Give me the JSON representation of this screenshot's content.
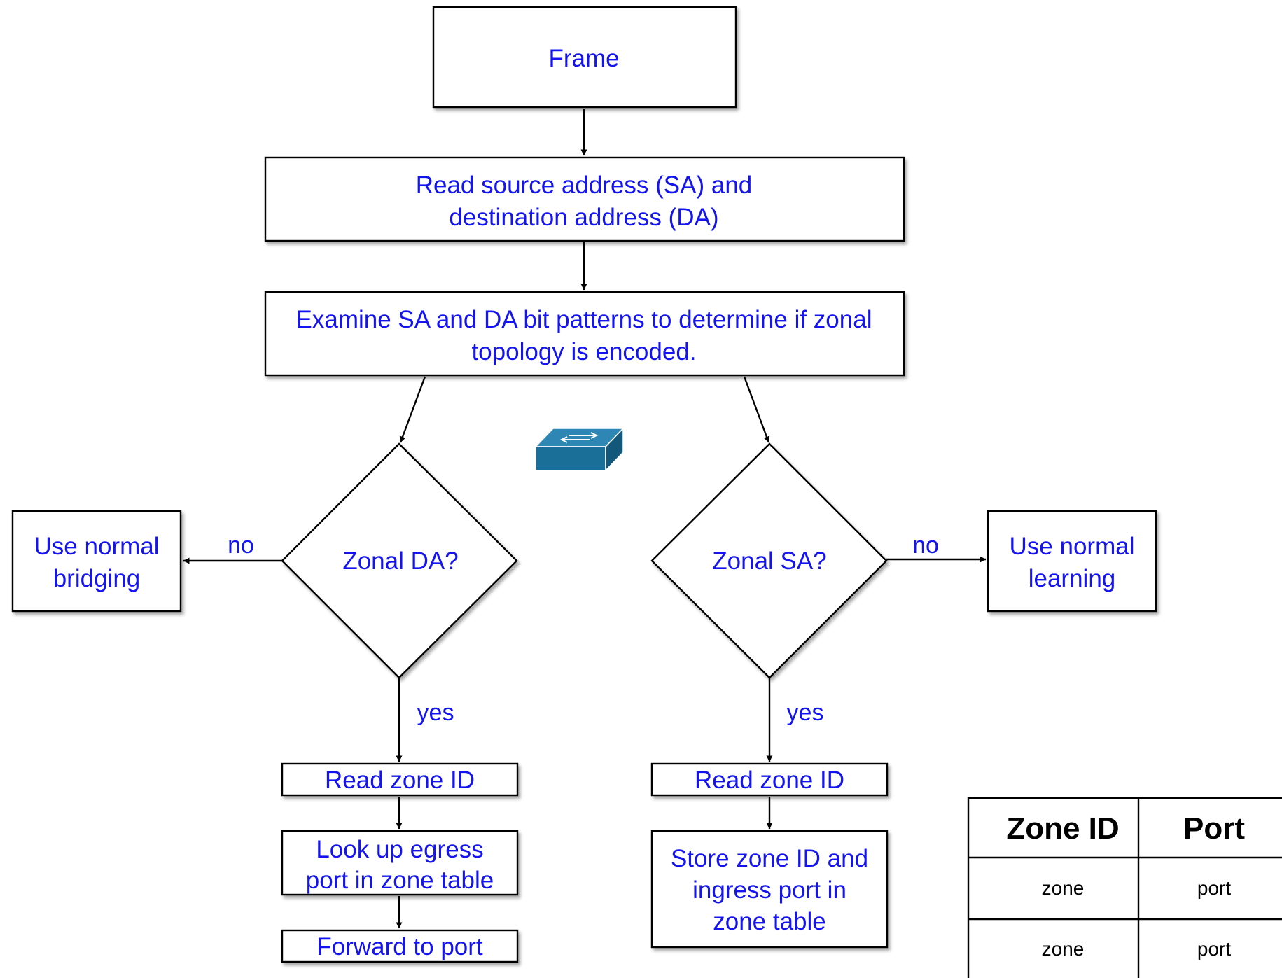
{
  "nodes": {
    "frame": "Frame",
    "read_sa_da": [
      "Read source address (SA) and",
      "destination address (DA)"
    ],
    "examine": [
      "Examine SA and DA bit patterns to determine if zonal",
      "topology is encoded."
    ],
    "zonal_da": "Zonal DA?",
    "zonal_sa": "Zonal SA?",
    "normal_bridging": [
      "Use normal",
      "bridging"
    ],
    "normal_learning": [
      "Use normal",
      "learning"
    ],
    "read_zone_left": "Read zone ID",
    "lookup_egress": [
      "Look up egress",
      "port in zone table"
    ],
    "forward": "Forward to port",
    "read_zone_right": "Read zone ID",
    "store_zone": [
      "Store zone ID and",
      "ingress port in",
      "zone table"
    ]
  },
  "edge_labels": {
    "da_no": "no",
    "da_yes": "yes",
    "sa_no": "no",
    "sa_yes": "yes"
  },
  "zone_table": {
    "headers": [
      "Zone ID",
      "Port"
    ],
    "rows": [
      [
        "zone",
        "port"
      ],
      [
        "zone",
        "port"
      ]
    ]
  },
  "icons": {
    "switch": "network-switch-icon"
  },
  "colors": {
    "text": "#1414f0",
    "switch_icon": "#1a6f98"
  }
}
